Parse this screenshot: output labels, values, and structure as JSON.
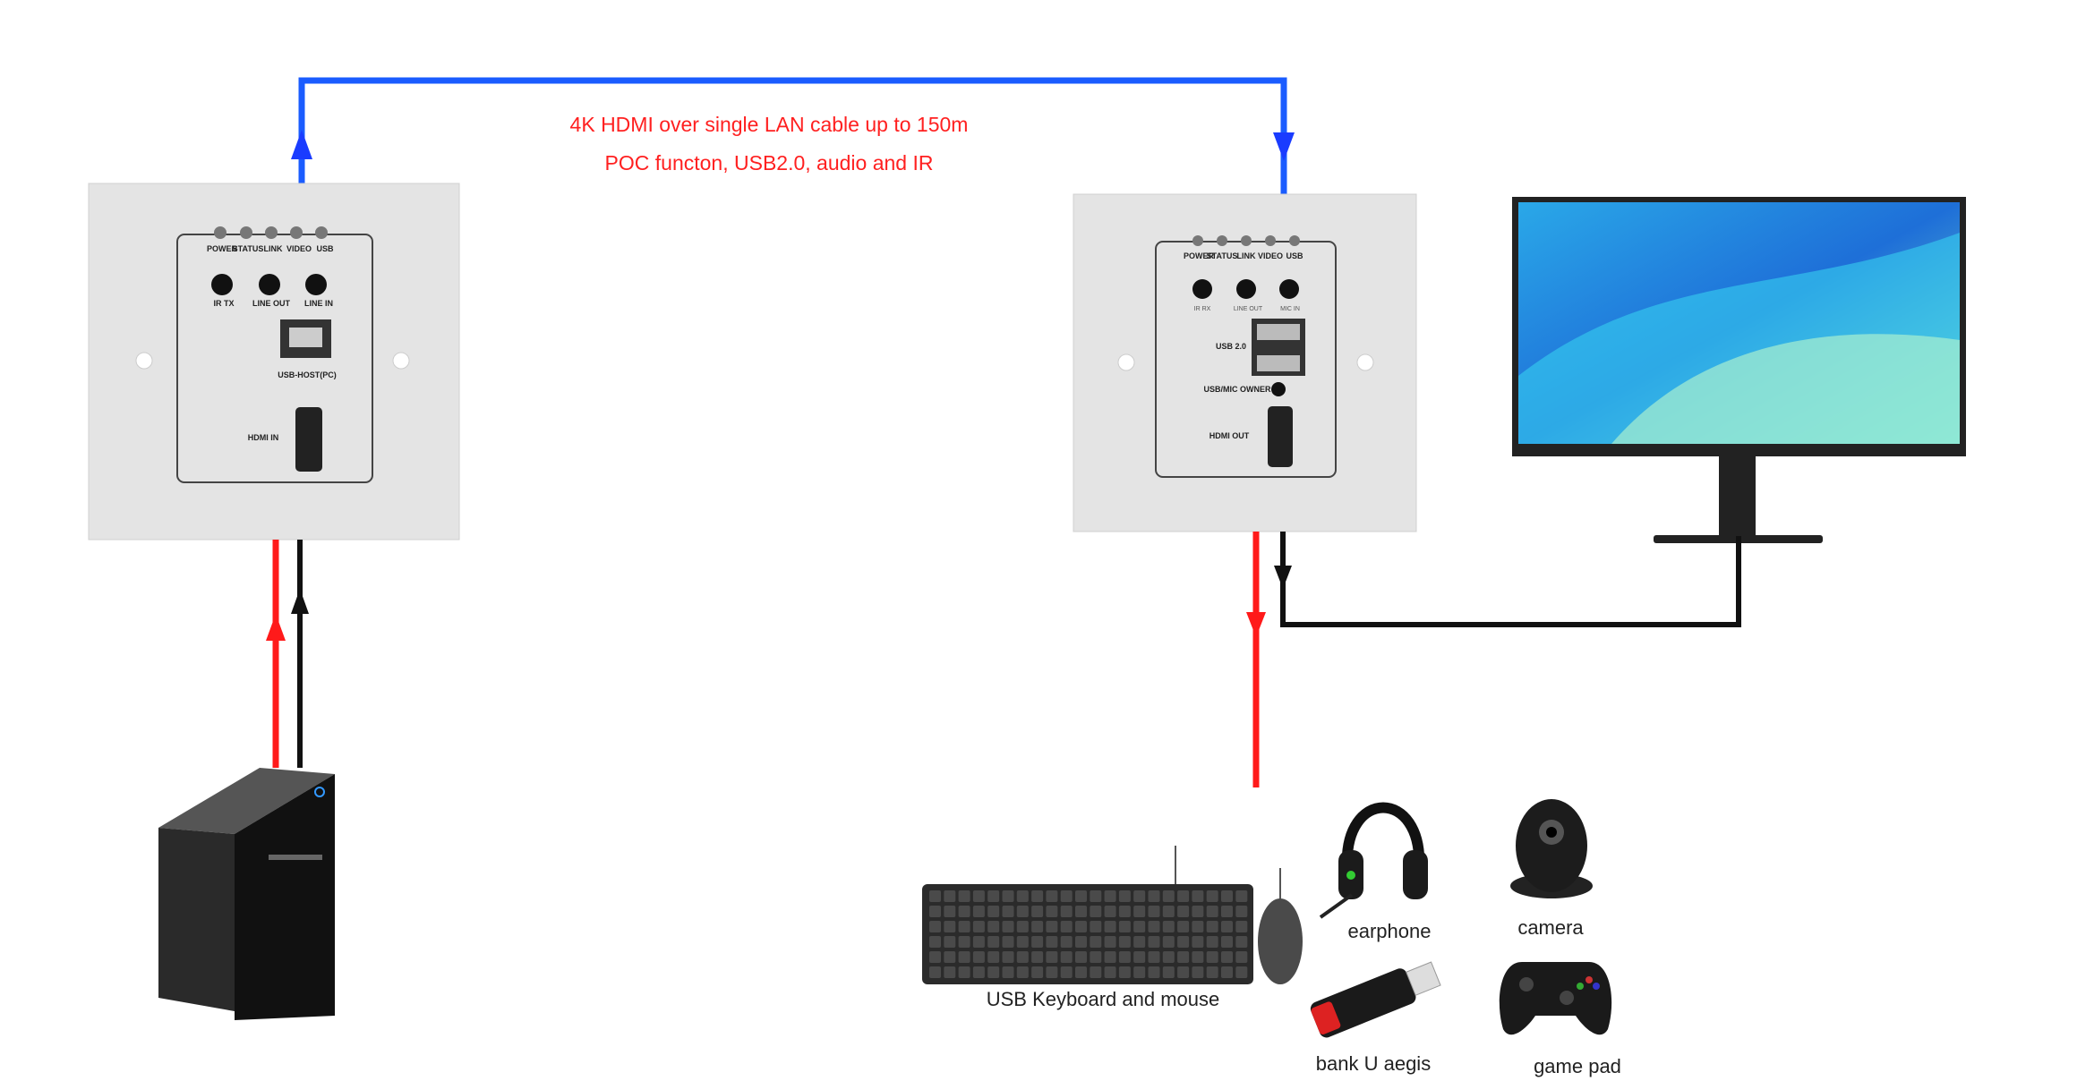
{
  "caption": {
    "line1": "4K HDMI over single LAN cable up to 150m",
    "line2": "POC functon, USB2.0, audio and IR"
  },
  "transmitter": {
    "leds": [
      "POWER",
      "STATUS",
      "LINK",
      "VIDEO",
      "USB"
    ],
    "jacks": [
      "IR TX",
      "LINE OUT",
      "LINE IN"
    ],
    "usb_label": "USB-HOST(PC)",
    "hdmi_label": "HDMI IN"
  },
  "receiver": {
    "leds": [
      "POWER",
      "STATUS",
      "LINK",
      "VIDEO",
      "USB"
    ],
    "jacks": [
      "IR RX",
      "LINE OUT",
      "MIC IN"
    ],
    "usb_label": "USB 2.0",
    "owner_label": "USB/MIC OWNER",
    "hdmi_label": "HDMI OUT"
  },
  "devices": {
    "keyboard_mouse": "USB Keyboard and mouse",
    "earphone": "earphone",
    "camera": "camera",
    "usb_stick": "bank U aegis",
    "gamepad": "game pad"
  },
  "colors": {
    "lan_cable": "#1a5cff",
    "usb_cable": "#ff1a1a",
    "hdmi_cable": "#111111",
    "caption": "#ff2020"
  }
}
